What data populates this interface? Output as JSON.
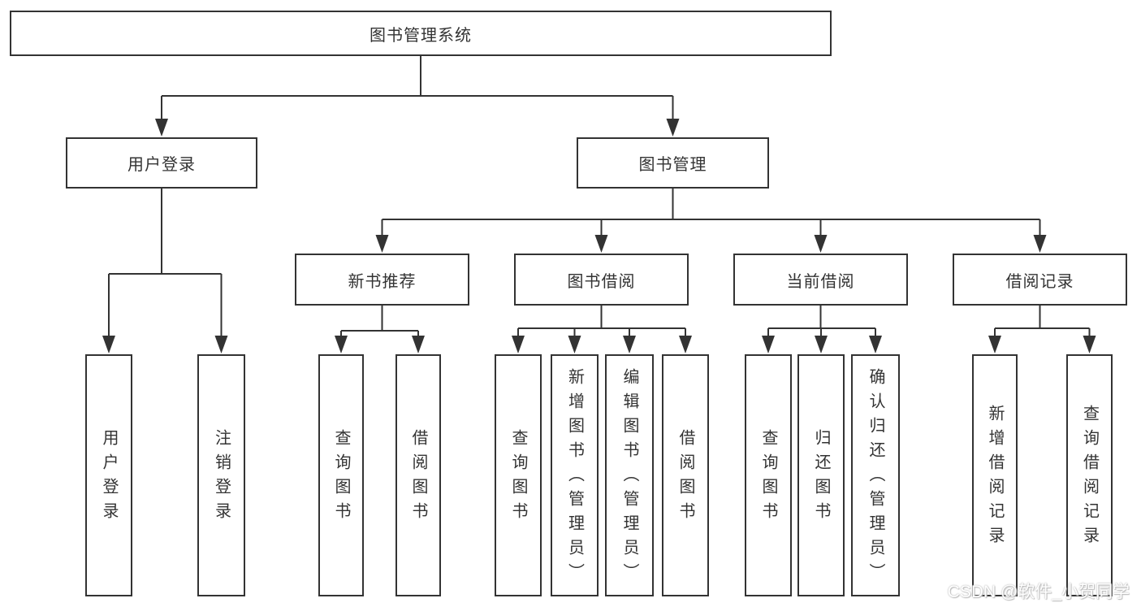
{
  "diagram": {
    "type": "hierarchy-tree",
    "nodes": {
      "root": "图书管理系统",
      "user_login": "用户登录",
      "book_management": "图书管理",
      "new_book_recommend": "新书推荐",
      "book_borrow": "图书借阅",
      "current_borrow": "当前借阅",
      "borrow_record": "借阅记录",
      "leaf_user_login": "用户登录",
      "leaf_logout": "注销登录",
      "leaf_nbr_query_book": "查询图书",
      "leaf_nbr_borrow_book": "借阅图书",
      "leaf_bb_query_book": "查询图书",
      "leaf_bb_add_book": "新增图书（管理员）",
      "leaf_bb_edit_book": "编辑图书（管理员）",
      "leaf_bb_borrow_book": "借阅图书",
      "leaf_cb_query_book": "查询图书",
      "leaf_cb_return_book": "归还图书",
      "leaf_cb_confirm_return": "确认归还（管理员）",
      "leaf_br_add_record": "新增借阅记录",
      "leaf_br_query_record": "查询借阅记录"
    },
    "hierarchy": {
      "图书管理系统": {
        "用户登录": [
          "用户登录",
          "注销登录"
        ],
        "图书管理": {
          "新书推荐": [
            "查询图书",
            "借阅图书"
          ],
          "图书借阅": [
            "查询图书",
            "新增图书（管理员）",
            "编辑图书（管理员）",
            "借阅图书"
          ],
          "当前借阅": [
            "查询图书",
            "归还图书",
            "确认归还（管理员）"
          ],
          "借阅记录": [
            "新增借阅记录",
            "查询借阅记录"
          ]
        }
      }
    },
    "colors": {
      "line": "#333333",
      "box_border": "#333333",
      "text": "#333333",
      "background": "#ffffff",
      "watermark_text": "#ffffff"
    }
  },
  "watermark": "CSDN @软件_小贺同学"
}
